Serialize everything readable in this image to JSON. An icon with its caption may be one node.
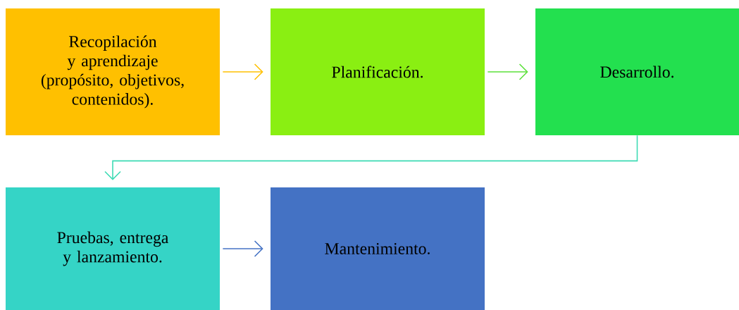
{
  "diagram": {
    "nodes": [
      {
        "text": [
          "Recopilación y aprendizaje (propósito, objetivos, contenidos)."
        ]
      },
      {
        "text": [
          "Planificación."
        ]
      },
      {
        "text": [
          "Desarrollo."
        ]
      },
      {
        "text": [
          "Pruebas, entrega y lanzamiento."
        ]
      },
      {
        "text": [
          "Mantenimiento."
        ]
      }
    ],
    "edges": [
      {
        "from": 0,
        "to": 1,
        "arrow": "to",
        "color": "#ffc000"
      },
      {
        "from": 1,
        "to": 2,
        "arrow": "to",
        "color": "#5be03a"
      },
      {
        "from": 2,
        "to": 3,
        "arrow": "to",
        "color": "#3ddbb4"
      },
      {
        "from": 3,
        "to": 4,
        "arrow": "to",
        "color": "#4472c4"
      }
    ]
  }
}
